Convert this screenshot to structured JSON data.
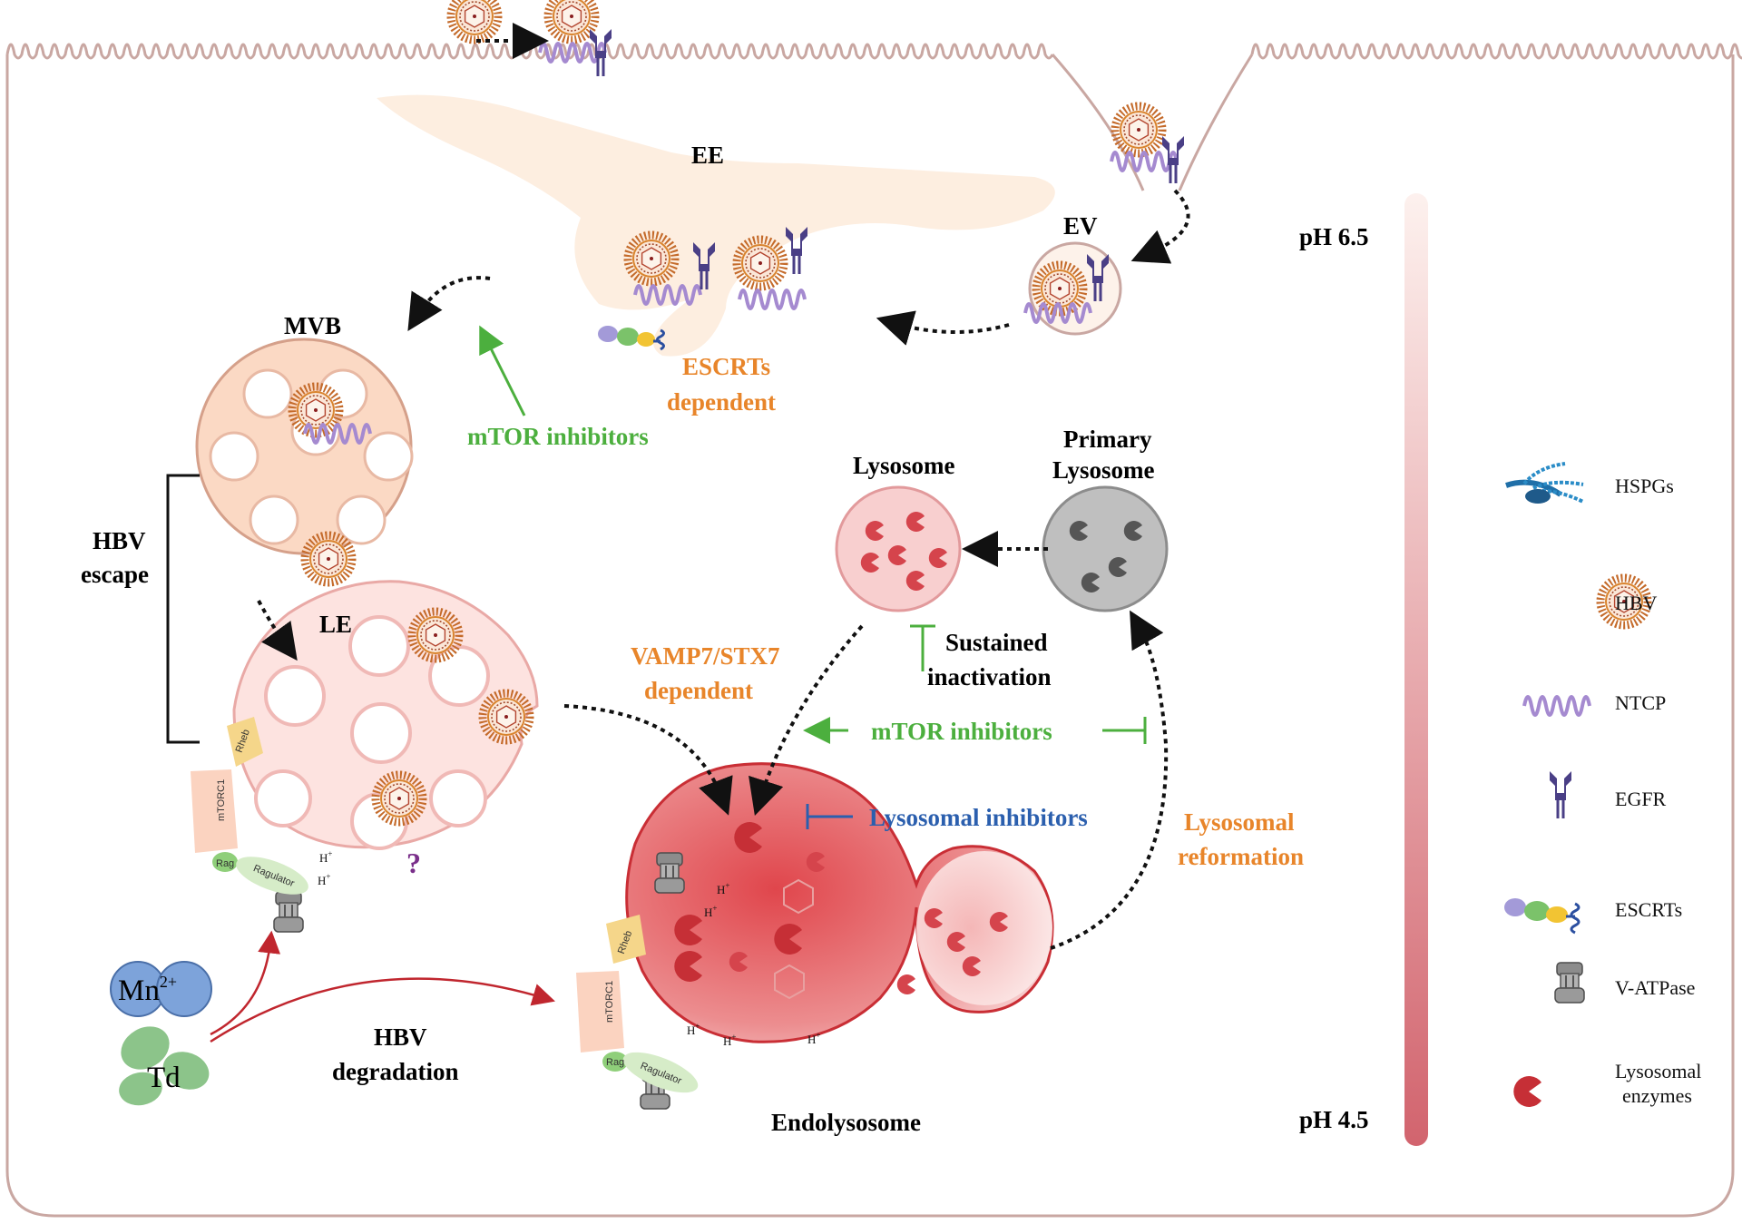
{
  "labels": {
    "ee": "EE",
    "ev": "EV",
    "mvb": "MVB",
    "le": "LE",
    "lysosome": "Lysosome",
    "primary_lysosome_line1": "Primary",
    "primary_lysosome_line2": "Lysosome",
    "endolysosome": "Endolysosome",
    "hbv_escape_line1": "HBV",
    "hbv_escape_line2": "escape",
    "hbv_degradation_line1": "HBV",
    "hbv_degradation_line2": "degradation",
    "ph_top": "pH 6.5",
    "ph_bottom": "pH 4.5",
    "mn": "Mn",
    "mn_charge": "2+",
    "td": "Td",
    "question": "?"
  },
  "annotations": {
    "escrts_line1": "ESCRTs",
    "escrts_line2": "dependent",
    "mtor_upper": "mTOR inhibitors",
    "vamp_line1": "VAMP7/STX7",
    "vamp_line2": "dependent",
    "sustained_line1": "Sustained",
    "sustained_line2": "inactivation",
    "mtor_middle": "mTOR inhibitors",
    "lysosomal_inhibitors": "Lysosomal inhibitors",
    "reformation_line1": "Lysosomal",
    "reformation_line2": "reformation"
  },
  "complex_labels": {
    "rheb": "Rheb",
    "mtorc1": "mTORC1",
    "rag": "Rag",
    "ragulator": "Ragulator",
    "hplus": "H",
    "plus": "+"
  },
  "legend": [
    {
      "label": "HSPGs",
      "icon": "hspg-icon"
    },
    {
      "label": "HBV",
      "icon": "hbv-icon"
    },
    {
      "label": "NTCP",
      "icon": "ntcp-icon"
    },
    {
      "label": "EGFR",
      "icon": "egfr-icon"
    },
    {
      "label": "ESCRTs",
      "icon": "escrt-icon"
    },
    {
      "label": "V-ATPase",
      "icon": "v-atpase-icon"
    },
    {
      "label": "Lysosomal",
      "label2": "enzymes",
      "icon": "lysosomal-enzyme-icon"
    }
  ],
  "colors": {
    "orange_text": "#e8852a",
    "green_text": "#4caf3e",
    "blue_text": "#2b5fae",
    "red_arrow": "#c0262e",
    "membrane": "#c9a7a2"
  }
}
